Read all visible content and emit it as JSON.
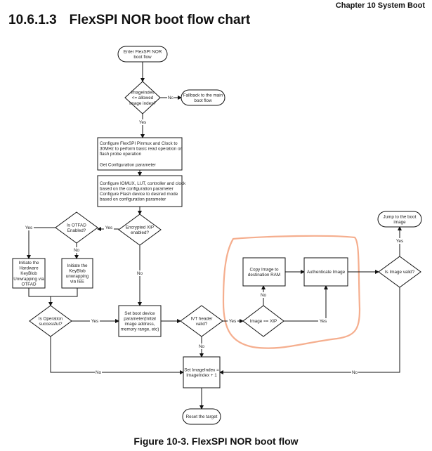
{
  "header": {
    "chapter": "Chapter 10 System Boot",
    "section_number": "10.6.1.3",
    "section_title": "FlexSPI NOR boot flow chart"
  },
  "caption": "Figure 10-3. FlexSPI NOR boot flow",
  "annotation": {
    "type": "hand-drawn circle",
    "color": "#f4a582",
    "encloses": [
      "copy-image",
      "authenticate-image",
      "image-xip"
    ]
  },
  "nodes": [
    {
      "id": "enter",
      "shape": "terminal",
      "lines": [
        "Enter FlexSPI NOR",
        "boot flow"
      ]
    },
    {
      "id": "index-check",
      "shape": "decision",
      "lines": [
        "ImageIndex",
        "<= allowed",
        "image index?"
      ]
    },
    {
      "id": "fallback",
      "shape": "terminal",
      "lines": [
        "Fallback to the main",
        "boot flow"
      ]
    },
    {
      "id": "configure-pinmux",
      "shape": "process",
      "lines": [
        "Configure FlexSPI Pinmux and Clock to",
        "30MHz to perform basic read operation or",
        "flash probe operation",
        "",
        "Get Configuration parameter"
      ]
    },
    {
      "id": "configure-iomux",
      "shape": "process",
      "lines": [
        "Configure IOMUX, LUT, controller and clock",
        "based on the configuration parameter",
        "Configure Flash device to desired mode",
        "based on configuration parameter"
      ]
    },
    {
      "id": "encrypted-xip",
      "shape": "decision",
      "lines": [
        "Encrypted XIP",
        "enabled?"
      ]
    },
    {
      "id": "otfad-enabled",
      "shape": "decision",
      "lines": [
        "Is OTFAD",
        "Enabled?"
      ]
    },
    {
      "id": "otfad-unwrap",
      "shape": "process",
      "lines": [
        "Initiate the",
        "Hardware",
        "KeyBlob",
        "Unwrapping via",
        "OTFAD"
      ]
    },
    {
      "id": "iee-unwrap",
      "shape": "process",
      "lines": [
        "Initiate the",
        "KeyBlob",
        "unwrapping",
        "via IEE"
      ]
    },
    {
      "id": "operation-success",
      "shape": "decision",
      "lines": [
        "Is Operation",
        "successful?"
      ]
    },
    {
      "id": "set-boot-param",
      "shape": "process",
      "lines": [
        "Set boot device",
        "parameter(Initial",
        "image address,",
        "memory range, etc)"
      ]
    },
    {
      "id": "ivt-valid",
      "shape": "decision",
      "lines": [
        "IVT header",
        "valid?"
      ]
    },
    {
      "id": "image-xip",
      "shape": "decision",
      "lines": [
        "Image == XIP"
      ]
    },
    {
      "id": "copy-image",
      "shape": "process",
      "lines": [
        "Copy Image to",
        "destination RAM"
      ]
    },
    {
      "id": "authenticate-image",
      "shape": "process",
      "lines": [
        "Authenticate Image"
      ]
    },
    {
      "id": "image-valid",
      "shape": "decision",
      "lines": [
        "Is Image valid?"
      ]
    },
    {
      "id": "jump-boot",
      "shape": "terminal",
      "lines": [
        "Jump to the boot",
        "image"
      ]
    },
    {
      "id": "increment-index",
      "shape": "process",
      "lines": [
        "Set ImageIndex =",
        "ImageIndex + 1"
      ]
    },
    {
      "id": "reset-target",
      "shape": "terminal",
      "lines": [
        "Reset the target"
      ]
    }
  ],
  "edges": [
    {
      "from": "enter",
      "to": "index-check",
      "label": ""
    },
    {
      "from": "index-check",
      "to": "fallback",
      "label": "No"
    },
    {
      "from": "index-check",
      "to": "configure-pinmux",
      "label": "Yes"
    },
    {
      "from": "configure-pinmux",
      "to": "configure-iomux",
      "label": ""
    },
    {
      "from": "configure-iomux",
      "to": "encrypted-xip",
      "label": ""
    },
    {
      "from": "encrypted-xip",
      "to": "otfad-enabled",
      "label": "Yes"
    },
    {
      "from": "encrypted-xip",
      "to": "set-boot-param",
      "label": "No"
    },
    {
      "from": "otfad-enabled",
      "to": "otfad-unwrap",
      "label": "Yes"
    },
    {
      "from": "otfad-enabled",
      "to": "iee-unwrap",
      "label": "No"
    },
    {
      "from": "otfad-unwrap",
      "to": "operation-success",
      "label": ""
    },
    {
      "from": "iee-unwrap",
      "to": "operation-success",
      "label": ""
    },
    {
      "from": "operation-success",
      "to": "set-boot-param",
      "label": "Yes"
    },
    {
      "from": "operation-success",
      "to": "increment-index",
      "label": "No"
    },
    {
      "from": "set-boot-param",
      "to": "ivt-valid",
      "label": ""
    },
    {
      "from": "ivt-valid",
      "to": "image-xip",
      "label": "Yes"
    },
    {
      "from": "ivt-valid",
      "to": "increment-index",
      "label": "No"
    },
    {
      "from": "image-xip",
      "to": "copy-image",
      "label": "No"
    },
    {
      "from": "image-xip",
      "to": "authenticate-image",
      "label": "Yes"
    },
    {
      "from": "copy-image",
      "to": "authenticate-image",
      "label": ""
    },
    {
      "from": "authenticate-image",
      "to": "image-valid",
      "label": ""
    },
    {
      "from": "image-valid",
      "to": "jump-boot",
      "label": "Yes"
    },
    {
      "from": "image-valid",
      "to": "increment-index",
      "label": "No"
    },
    {
      "from": "increment-index",
      "to": "reset-target",
      "label": ""
    }
  ]
}
